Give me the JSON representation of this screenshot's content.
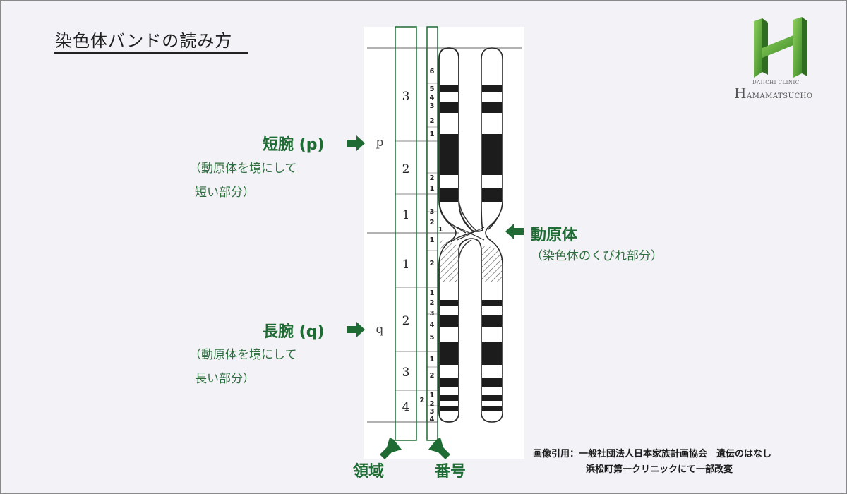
{
  "title": "染色体バンドの読み方",
  "logo": {
    "letter": "H",
    "name_rest": "AMAMATSUCHO",
    "sub": "DAIICHI CLINIC",
    "green": "#5aa93a"
  },
  "arms": {
    "short": {
      "label": "短腕 (p)",
      "note_line1": "（動原体を境にして",
      "note_line2": "短い部分）",
      "axis_letter": "p"
    },
    "long": {
      "label": "長腕 (q)",
      "note_line1": "（動原体を境にして",
      "note_line2": "長い部分）",
      "axis_letter": "q"
    }
  },
  "centromere": {
    "label": "動原体",
    "note": "（染色体のくびれ部分）"
  },
  "bottom_labels": {
    "region": "領域",
    "number": "番号"
  },
  "regions": {
    "p": [
      "3",
      "2",
      "1"
    ],
    "q": [
      "1",
      "2",
      "3",
      "4"
    ]
  },
  "band_numbers": {
    "p3": [
      "6",
      "5",
      "4",
      "3",
      "2",
      "1"
    ],
    "p2": [
      "2",
      "1"
    ],
    "p1": [
      "3",
      "2",
      "1"
    ],
    "q1": [
      "1",
      "2"
    ],
    "q2": [
      "1",
      "2",
      "3",
      "4",
      "5"
    ],
    "q3": [
      "1",
      "2"
    ],
    "q4": [
      "2",
      "1",
      "2",
      "3",
      "4"
    ]
  },
  "credit": {
    "line1": "画像引用：一般社団法人日本家族計画協会　遺伝のはなし",
    "line2": "浜松町第一クリニックにて一部改変"
  },
  "colors": {
    "accent_green": "#1e6b33",
    "band_black": "#1c1c1c"
  }
}
